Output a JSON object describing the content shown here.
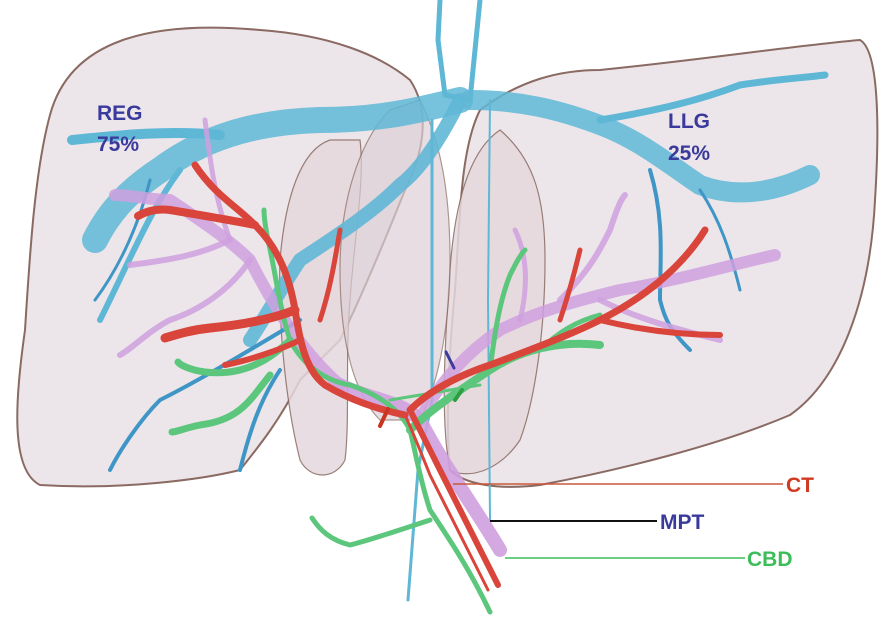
{
  "labels": {
    "right_graft": {
      "name": "REG",
      "percent": "75%"
    },
    "left_graft": {
      "name": "LLG",
      "percent": "25%"
    },
    "ct": "CT",
    "mpt": "MPT",
    "cbd": "CBD"
  },
  "colors": {
    "background": "#ffffff",
    "liver_fill": "#ece6ea",
    "liver_outline": "#8a6a62",
    "hepatic_vein": "#5fb7d6",
    "hepatic_vein_dark": "#3f96c6",
    "portal_vein": "#cfa0df",
    "artery": "#d9453a",
    "bile_duct": "#5cc77c",
    "label_blue": "#3a3a9c",
    "label_red": "#d03a22",
    "label_green": "#3cbd5a",
    "leader_ct": "#c9583a",
    "leader_mpt": "#111111",
    "leader_cbd": "#3cbd5a"
  }
}
